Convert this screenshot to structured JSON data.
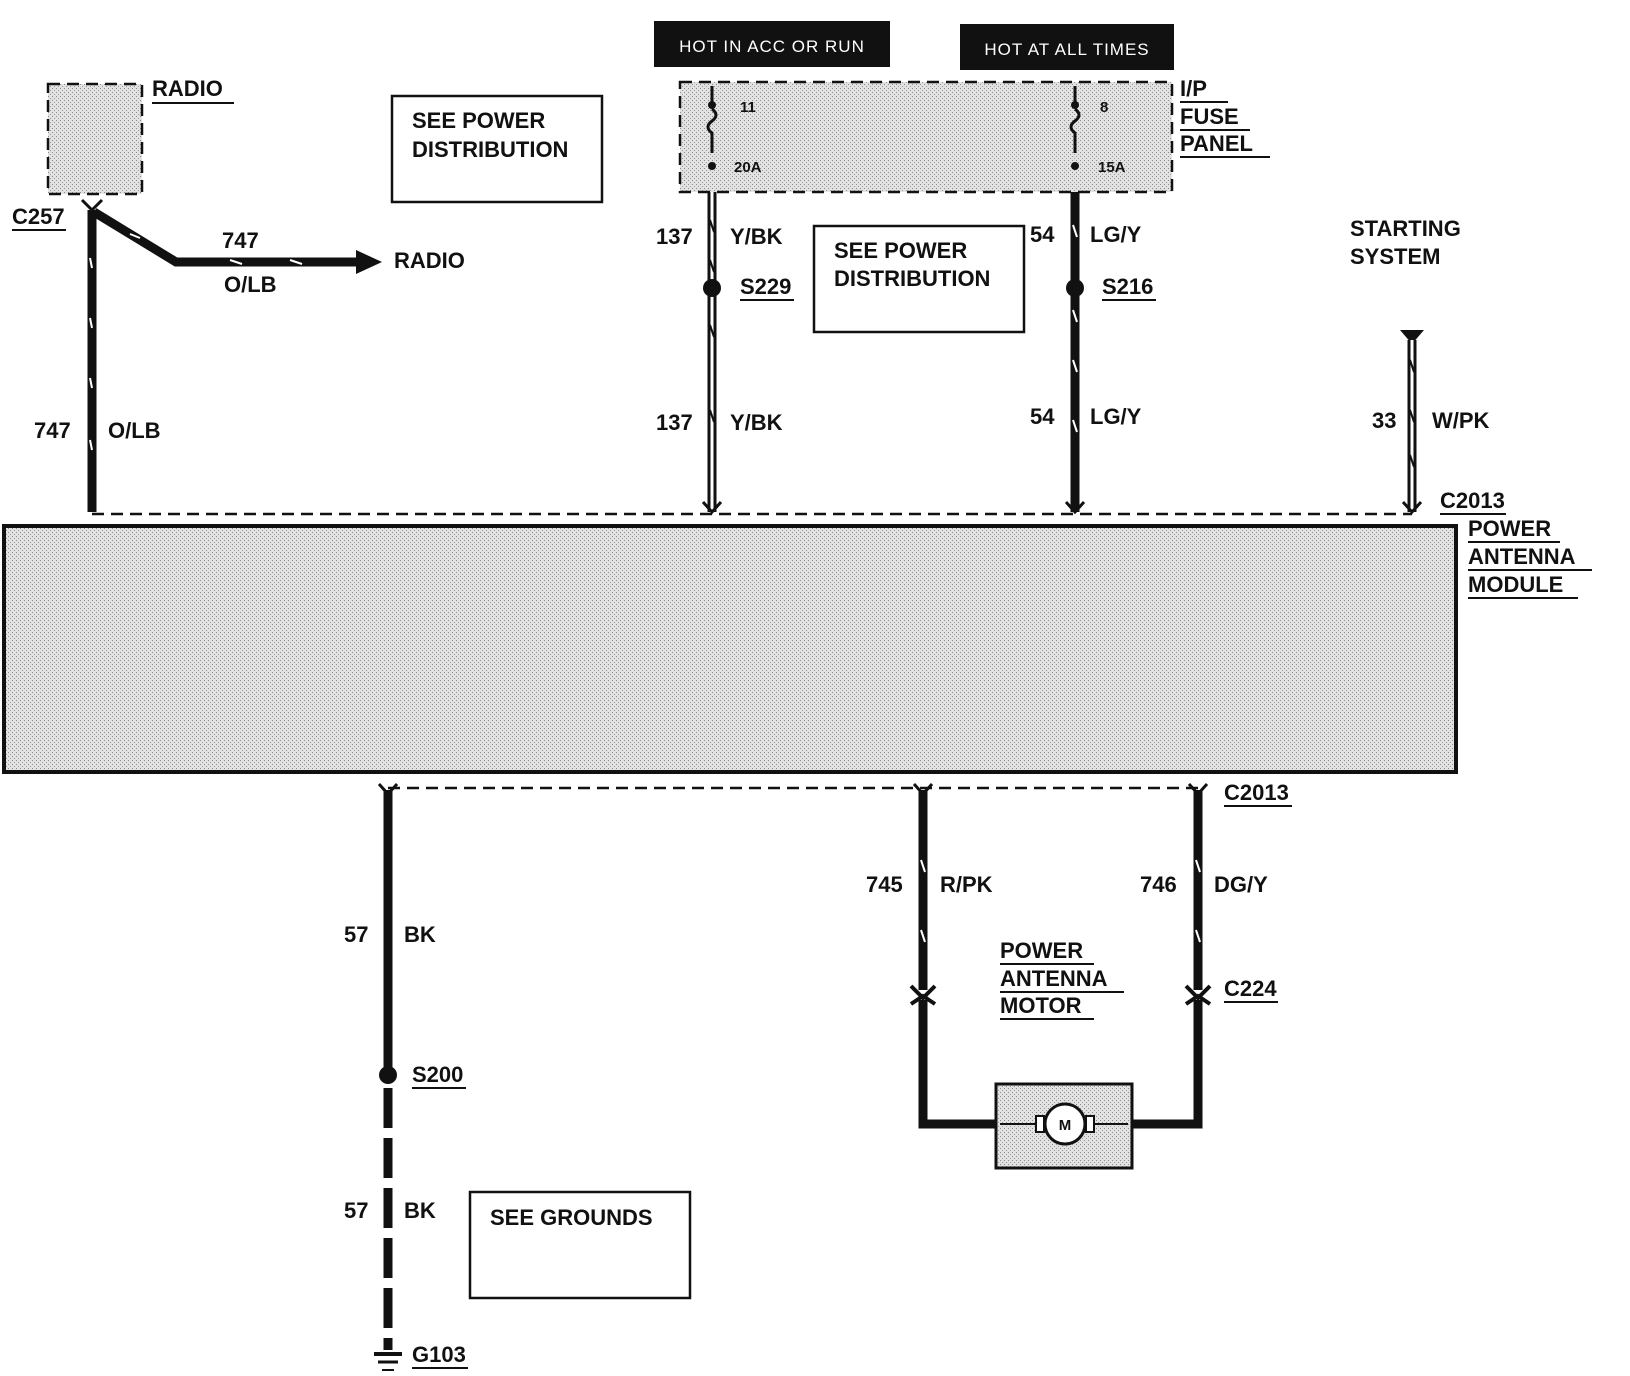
{
  "hot_labels": {
    "acc_run": "HOT IN ACC OR RUN",
    "all_times": "HOT AT ALL TIMES"
  },
  "fuse_panel": {
    "title": [
      "I/P",
      "FUSE",
      "PANEL"
    ],
    "fuse_left": {
      "number": "11",
      "rating": "20A"
    },
    "fuse_right": {
      "number": "8",
      "rating": "15A"
    }
  },
  "components": {
    "radio_block": "RADIO",
    "radio_arrow": "RADIO",
    "starting_system": [
      "STARTING",
      "SYSTEM"
    ],
    "module": [
      "POWER",
      "ANTENNA",
      "MODULE"
    ],
    "motor": [
      "POWER",
      "ANTENNA",
      "MOTOR"
    ],
    "motor_symbol": "M"
  },
  "reference_boxes": {
    "power_dist_1": [
      "SEE POWER",
      "DISTRIBUTION"
    ],
    "power_dist_2": [
      "SEE POWER",
      "DISTRIBUTION"
    ],
    "grounds": "SEE GROUNDS"
  },
  "connectors": {
    "c257": "C257",
    "c2013_top": "C2013",
    "c2013_bottom": "C2013",
    "c224": "C224",
    "s229": "S229",
    "s216": "S216",
    "s200": "S200",
    "g103": "G103"
  },
  "wires": {
    "w747_branch": {
      "circuit": "747",
      "color": "O/LB"
    },
    "w747_main": {
      "circuit": "747",
      "color": "O/LB"
    },
    "w137_upper": {
      "circuit": "137",
      "color": "Y/BK"
    },
    "w137_lower": {
      "circuit": "137",
      "color": "Y/BK"
    },
    "w54_upper": {
      "circuit": "54",
      "color": "LG/Y"
    },
    "w54_lower": {
      "circuit": "54",
      "color": "LG/Y"
    },
    "w33": {
      "circuit": "33",
      "color": "W/PK"
    },
    "w57_upper": {
      "circuit": "57",
      "color": "BK"
    },
    "w57_lower": {
      "circuit": "57",
      "color": "BK"
    },
    "w745": {
      "circuit": "745",
      "color": "R/PK"
    },
    "w746": {
      "circuit": "746",
      "color": "DG/Y"
    }
  }
}
